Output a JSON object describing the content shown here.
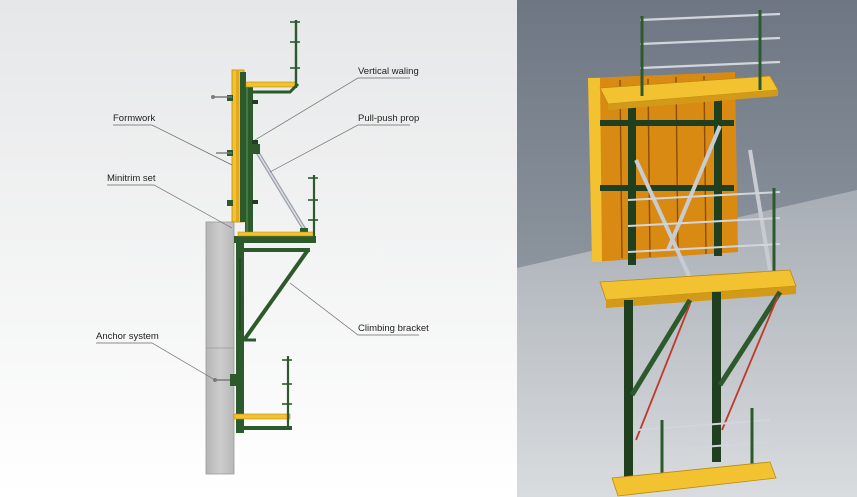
{
  "labels": {
    "formwork": "Formwork",
    "minitrim_set": "Minitrim set",
    "anchor_system": "Anchor system",
    "vertical_waling": "Vertical waling",
    "pull_push_prop": "Pull-push prop",
    "climbing_bracket": "Climbing bracket"
  },
  "colors": {
    "steel_green": "#2d5a2d",
    "steel_green_dark": "#1f3f1f",
    "formwork_yellow": "#f2c230",
    "formwork_orange": "#d98a12",
    "concrete_gray": "#c4c4c4",
    "prop_silver": "#c8ccd2",
    "tie_red": "#c0392b",
    "photo_wall": "#9097a0"
  }
}
